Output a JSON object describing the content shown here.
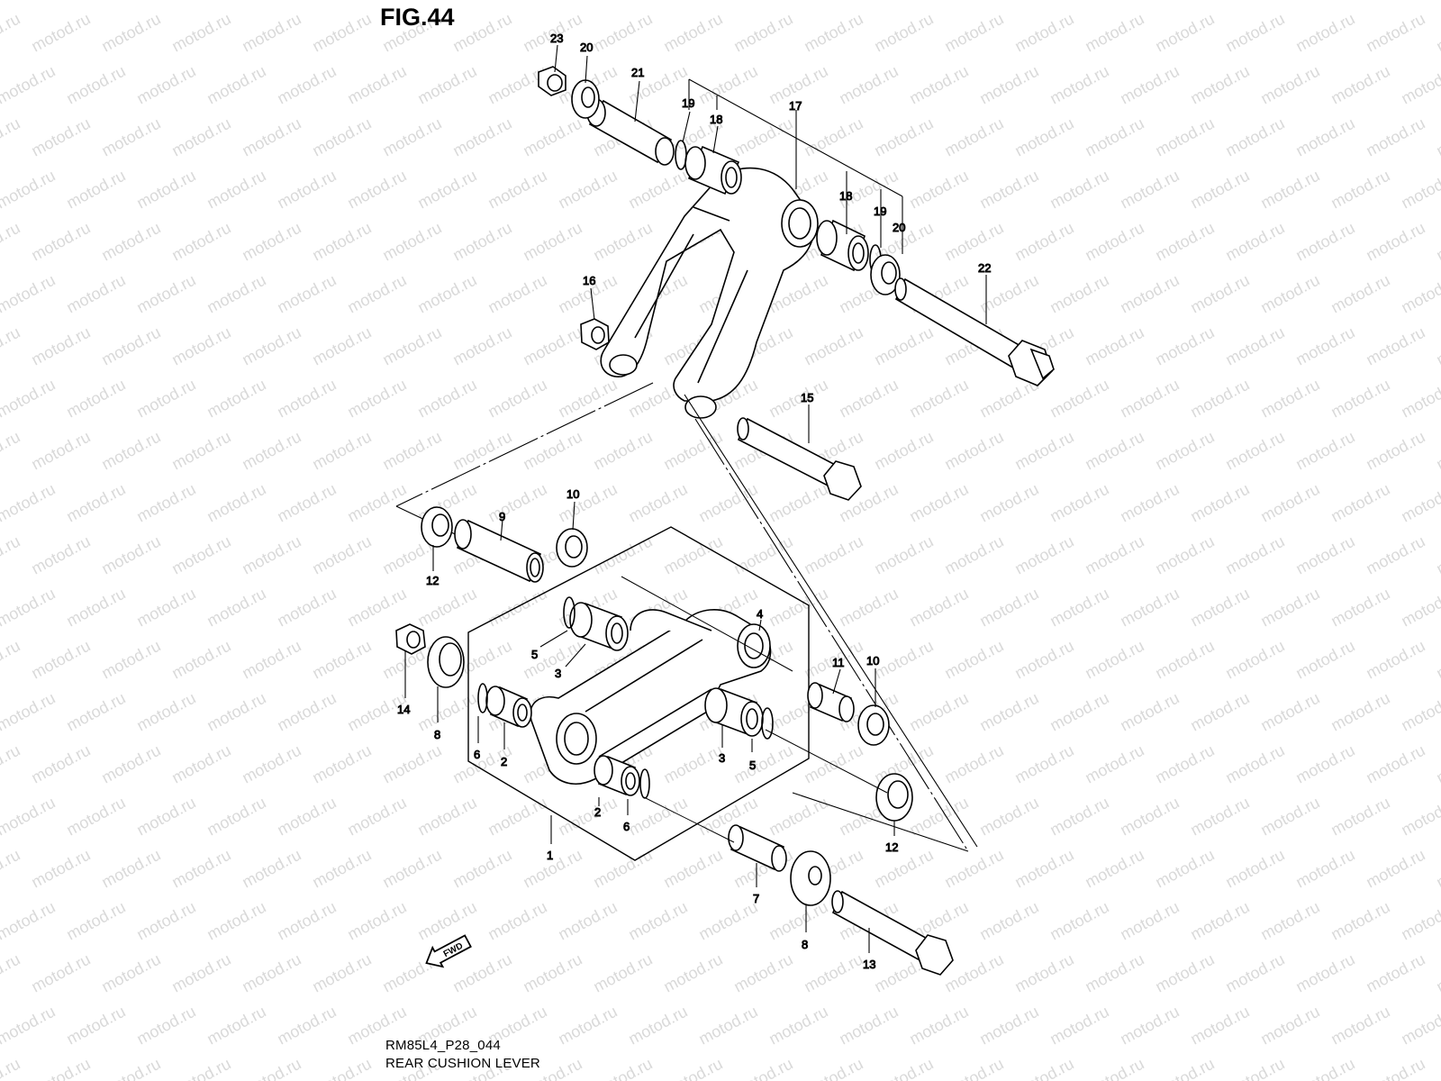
{
  "figure": {
    "title": "FIG.44",
    "code": "RM85L4_P28_044",
    "name": "REAR CUSHION LEVER"
  },
  "watermark": {
    "text": "motod.ru",
    "color": "#d9d9d9"
  },
  "direction_badge": {
    "text": "FWD",
    "icon": "fwd-arrow-icon"
  },
  "callouts": [
    "23",
    "20",
    "21",
    "19",
    "18",
    "17",
    "18",
    "19",
    "20",
    "22",
    "16",
    "15",
    "10",
    "9",
    "12",
    "4",
    "5",
    "3",
    "14",
    "8",
    "2",
    "6",
    "3",
    "5",
    "11",
    "10",
    "2",
    "6",
    "1",
    "12",
    "7",
    "8",
    "13"
  ]
}
